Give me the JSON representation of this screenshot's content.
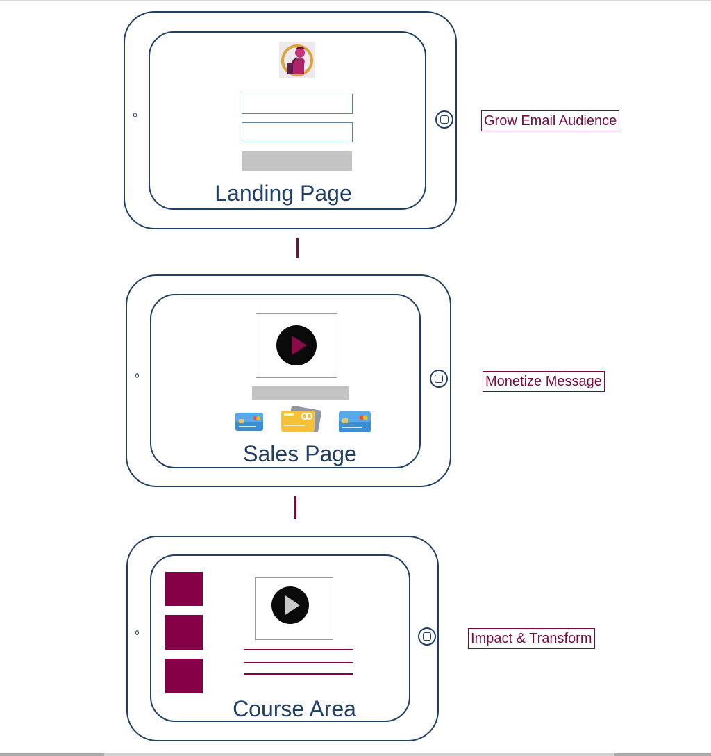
{
  "stages": [
    {
      "page_label": "Landing Page",
      "goal_label": "Grow Email Audience"
    },
    {
      "page_label": "Sales Page",
      "goal_label": "Monetize Message"
    },
    {
      "page_label": "Course Area",
      "goal_label": "Impact & Transform"
    }
  ],
  "icons": {
    "logo": "speaker-woman-logo-icon",
    "sales_video": "play-button-icon",
    "cards": "credit-card-icon",
    "course_video": "play-button-icon"
  },
  "colors": {
    "outline": "#1f3f66",
    "accent": "#860047",
    "bar": "#c3c3c3"
  }
}
